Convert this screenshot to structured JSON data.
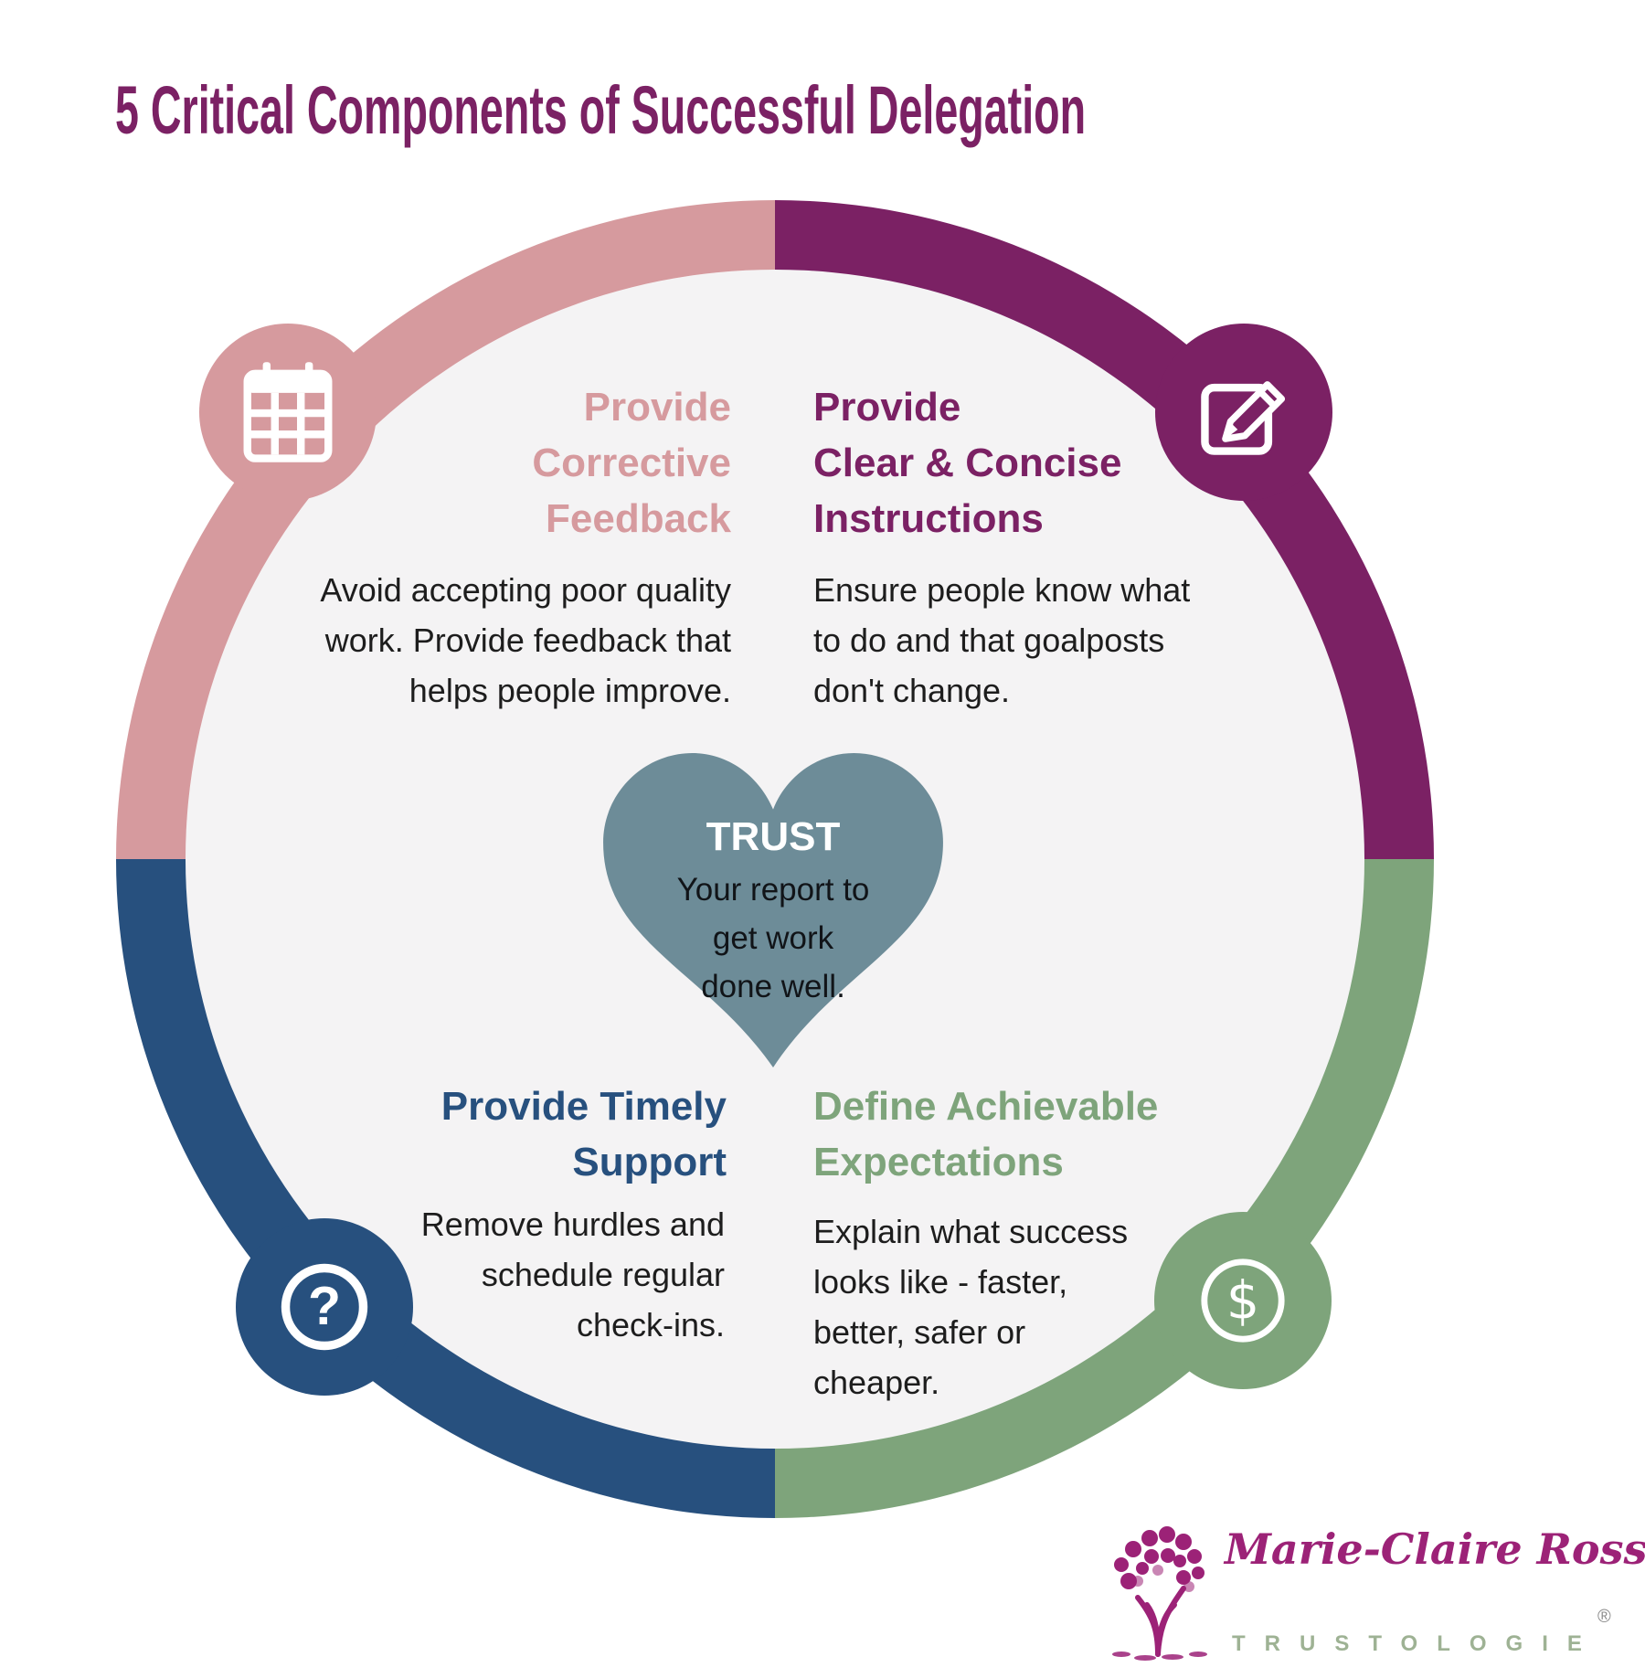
{
  "title": "5 Critical Components of Successful Delegation",
  "colors": {
    "pink": "#d69a9e",
    "purple": "#7b2164",
    "blue": "#27507e",
    "green": "#7ea47b",
    "heart": "#6d8c98",
    "inner_circle": "#f4f3f4",
    "title_text": "#7b2164",
    "body_text": "#1d1d1d",
    "logo_magenta": "#9c2277",
    "logo_green": "#9eb294"
  },
  "center": {
    "heading": "TRUST",
    "body": "Your report to\nget work\ndone well."
  },
  "sections": {
    "top_left": {
      "heading": "Provide\nCorrective\nFeedback",
      "body": "Avoid accepting  poor quality\nwork. Provide feedback that\nhelps people improve.",
      "icon": "calendar-icon"
    },
    "top_right": {
      "heading": "Provide\nClear & Concise\nInstructions",
      "body": "Ensure people know what\nto do and that goalposts\ndon't change.",
      "icon": "edit-icon"
    },
    "bottom_left": {
      "heading": "Provide Timely\nSupport",
      "body": "Remove hurdles and\nschedule regular\ncheck-ins.",
      "icon": "question-icon"
    },
    "bottom_right": {
      "heading": "Define Achievable\nExpectations",
      "body": "Explain what success\nlooks like - faster,\nbetter, safer or\ncheaper.",
      "icon": "dollar-icon"
    }
  },
  "icons": {
    "question_glyph": "?",
    "dollar_glyph": "$"
  },
  "logo": {
    "name": "Marie-Claire Ross",
    "registered_mark": "®",
    "wordmark": "TRUSTOLOGIE"
  }
}
